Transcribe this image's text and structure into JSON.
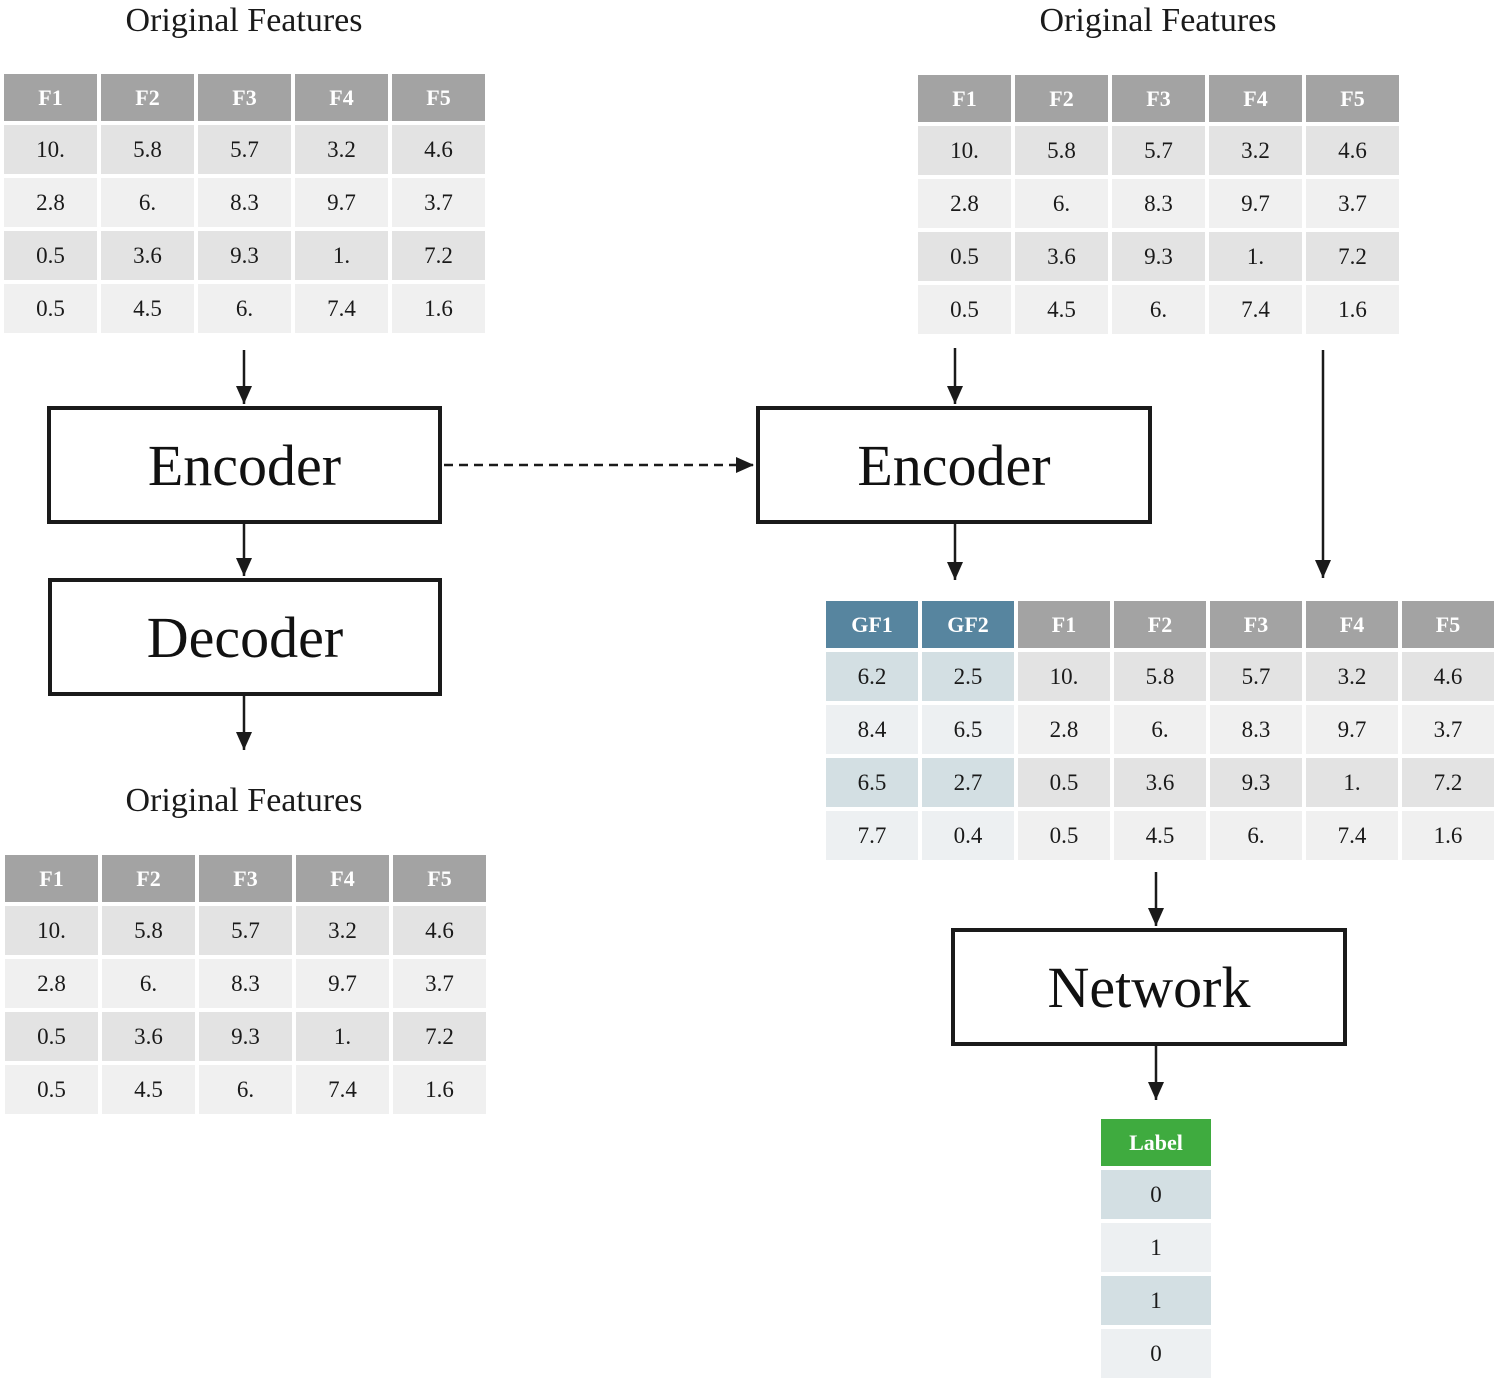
{
  "left_top": {
    "title": "Original Features",
    "headers": [
      "F1",
      "F2",
      "F3",
      "F4",
      "F5"
    ],
    "rows": [
      [
        "10.",
        "5.8",
        "5.7",
        "3.2",
        "4.6"
      ],
      [
        "2.8",
        "6.",
        "8.3",
        "9.7",
        "3.7"
      ],
      [
        "0.5",
        "3.6",
        "9.3",
        "1.",
        "7.2"
      ],
      [
        "0.5",
        "4.5",
        "6.",
        "7.4",
        "1.6"
      ]
    ]
  },
  "left_bottom": {
    "title": "Original Features",
    "headers": [
      "F1",
      "F2",
      "F3",
      "F4",
      "F5"
    ],
    "rows": [
      [
        "10.",
        "5.8",
        "5.7",
        "3.2",
        "4.6"
      ],
      [
        "2.8",
        "6.",
        "8.3",
        "9.7",
        "3.7"
      ],
      [
        "0.5",
        "3.6",
        "9.3",
        "1.",
        "7.2"
      ],
      [
        "0.5",
        "4.5",
        "6.",
        "7.4",
        "1.6"
      ]
    ]
  },
  "right_top": {
    "title": "Original Features",
    "headers": [
      "F1",
      "F2",
      "F3",
      "F4",
      "F5"
    ],
    "rows": [
      [
        "10.",
        "5.8",
        "5.7",
        "3.2",
        "4.6"
      ],
      [
        "2.8",
        "6.",
        "8.3",
        "9.7",
        "3.7"
      ],
      [
        "0.5",
        "3.6",
        "9.3",
        "1.",
        "7.2"
      ],
      [
        "0.5",
        "4.5",
        "6.",
        "7.4",
        "1.6"
      ]
    ]
  },
  "combined": {
    "headers": [
      "GF1",
      "GF2",
      "F1",
      "F2",
      "F3",
      "F4",
      "F5"
    ],
    "generated_columns": 2,
    "rows": [
      [
        "6.2",
        "2.5",
        "10.",
        "5.8",
        "5.7",
        "3.2",
        "4.6"
      ],
      [
        "8.4",
        "6.5",
        "2.8",
        "6.",
        "8.3",
        "9.7",
        "3.7"
      ],
      [
        "6.5",
        "2.7",
        "0.5",
        "3.6",
        "9.3",
        "1.",
        "7.2"
      ],
      [
        "7.7",
        "0.4",
        "0.5",
        "4.5",
        "6.",
        "7.4",
        "1.6"
      ]
    ]
  },
  "labels": {
    "header": "Label",
    "values": [
      "0",
      "1",
      "1",
      "0"
    ]
  },
  "boxes": {
    "encoder_left": "Encoder",
    "decoder": "Decoder",
    "encoder_right": "Encoder",
    "network": "Network"
  },
  "colors": {
    "header_gray": "#a3a3a3",
    "header_blue": "#57859f",
    "header_green": "#3fab3f",
    "cell_gray_dark": "#e3e3e3",
    "cell_gray_light": "#f0f0f0",
    "cell_blue_dark": "#d3dfe3",
    "cell_blue_light": "#edf0f2"
  }
}
